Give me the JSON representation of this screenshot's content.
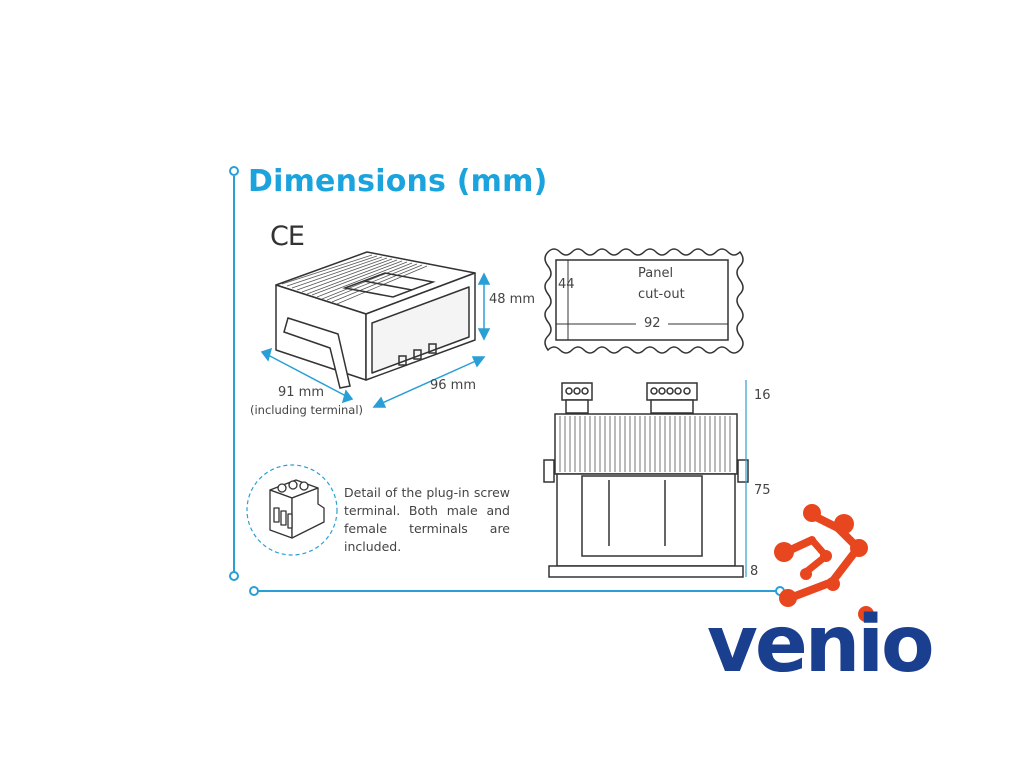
{
  "slide": {
    "title": "Dimensions (mm)",
    "ce_mark": "CE",
    "device": {
      "height_label": "48 mm",
      "width_label": "96 mm",
      "depth_label": "91 mm",
      "depth_note": "(including terminal)"
    },
    "panel_cutout": {
      "label_line1": "Panel",
      "label_line2": "cut-out",
      "height": "44",
      "width": "92"
    },
    "side_view": {
      "dim_top": "16",
      "dim_middle": "75",
      "dim_bottom": "8"
    },
    "terminal_detail": {
      "text": "Detail of the plug-in screw terminal. Both male and female terminals are included."
    },
    "brand": {
      "logo_text": "venio",
      "colors": {
        "primary": "#1b3f8f",
        "accent": "#e8461e"
      }
    },
    "colors": {
      "title": "#1aa3dc",
      "frame_line": "#2a9fd6",
      "drawing": "#333333"
    }
  }
}
